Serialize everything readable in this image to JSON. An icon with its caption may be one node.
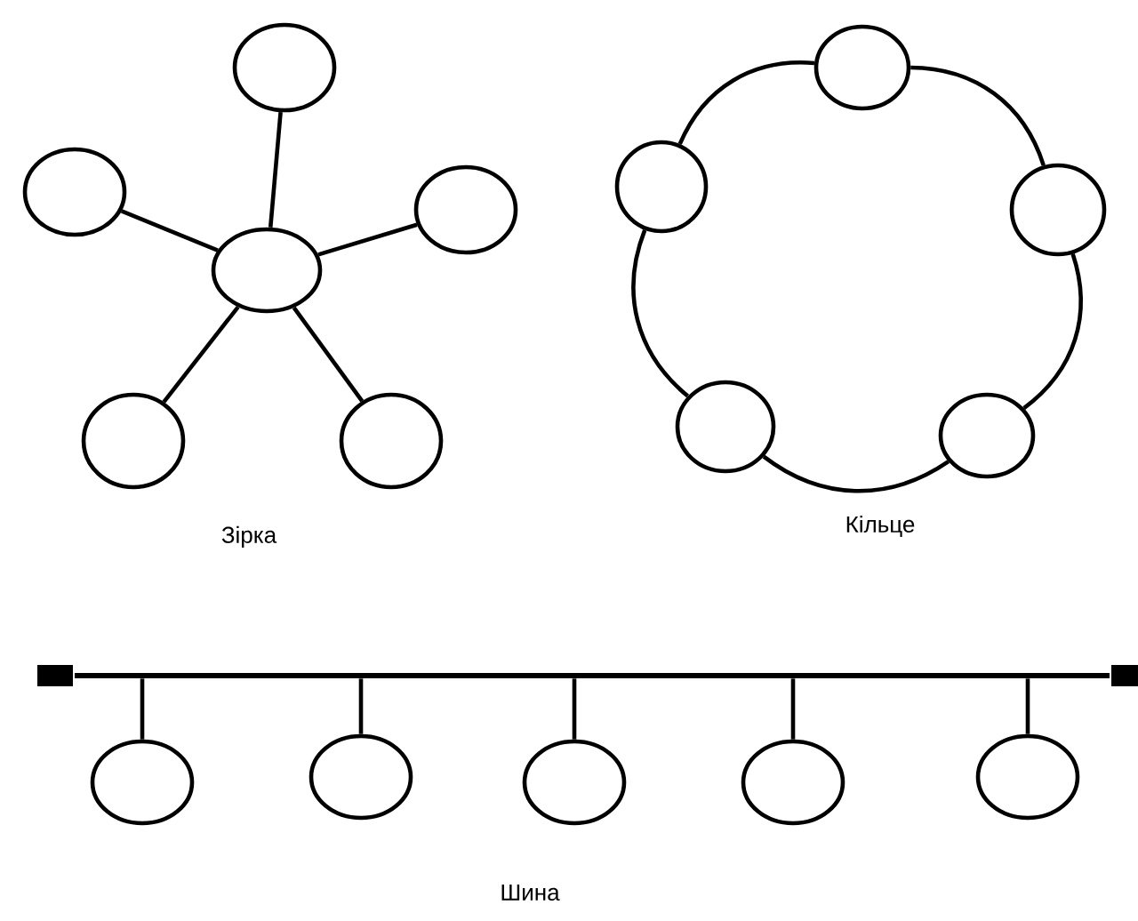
{
  "diagram": {
    "nodes": [
      {
        "text": [],
        "shape": "circle"
      },
      {
        "text": [],
        "shape": "circle"
      },
      {
        "text": [],
        "shape": "circle"
      },
      {
        "text": [],
        "shape": "circle"
      },
      {
        "text": [],
        "shape": "circle"
      },
      {
        "text": [],
        "shape": "circle"
      },
      {
        "text": [],
        "shape": "circle"
      },
      {
        "text": [],
        "shape": "circle"
      },
      {
        "text": [],
        "shape": "circle"
      },
      {
        "text": [],
        "shape": "circle"
      },
      {
        "text": [],
        "shape": "circle"
      },
      {
        "text": [],
        "shape": "bar"
      },
      {
        "text": [],
        "shape": "circle"
      },
      {
        "text": [],
        "shape": "circle"
      },
      {
        "text": [],
        "shape": "circle"
      },
      {
        "text": [],
        "shape": "circle"
      },
      {
        "text": [],
        "shape": "circle"
      }
    ],
    "edges": [
      {
        "from": 3,
        "to": 0,
        "arrow": "none"
      },
      {
        "from": 3,
        "to": 1,
        "arrow": "none"
      },
      {
        "from": 3,
        "to": 2,
        "arrow": "none"
      },
      {
        "from": 3,
        "to": 4,
        "arrow": "none"
      },
      {
        "from": 3,
        "to": 5,
        "arrow": "none"
      },
      {
        "from": 6,
        "to": 8,
        "arrow": "none"
      },
      {
        "from": 8,
        "to": 10,
        "arrow": "none"
      },
      {
        "from": 10,
        "to": 9,
        "arrow": "none"
      },
      {
        "from": 9,
        "to": 7,
        "arrow": "none"
      },
      {
        "from": 7,
        "to": 6,
        "arrow": "none"
      },
      {
        "from": 11,
        "to": 12,
        "arrow": "none"
      },
      {
        "from": 11,
        "to": 13,
        "arrow": "none"
      },
      {
        "from": 11,
        "to": 14,
        "arrow": "none"
      },
      {
        "from": 11,
        "to": 15,
        "arrow": "none"
      },
      {
        "from": 11,
        "to": 16,
        "arrow": "none"
      }
    ],
    "labels": [
      "Зірка",
      "Кільце",
      "Шина"
    ]
  }
}
